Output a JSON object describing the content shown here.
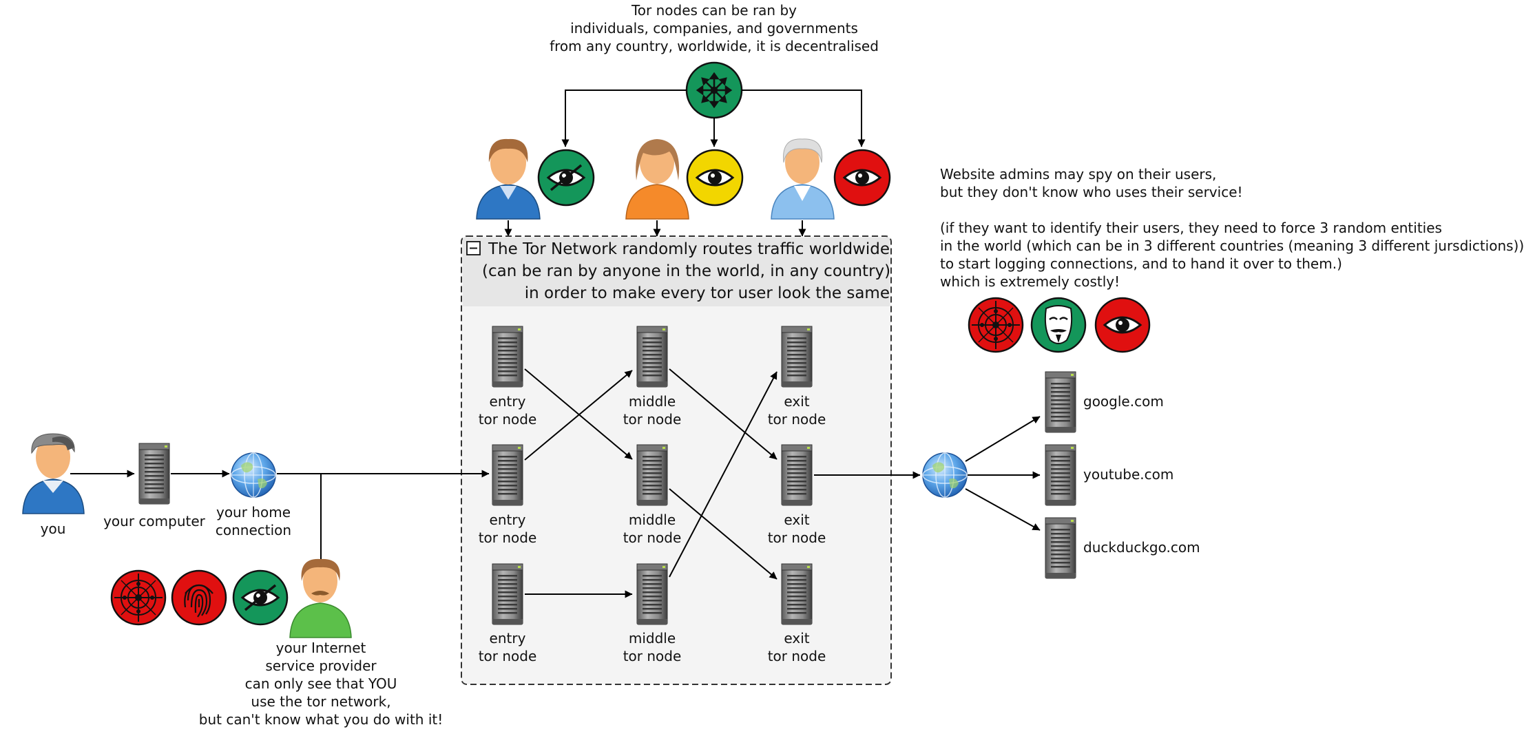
{
  "top_note": {
    "lines": [
      "Tor nodes can be ran by",
      "individuals, companies, and governments",
      "from any country, worldwide, it is decentralised"
    ]
  },
  "tor_box": {
    "collapse_glyph": "−",
    "title_lines": [
      "The Tor Network randomly routes traffic worldwide",
      "(can be ran by anyone in the world, in any country)",
      "in order to make every tor user look the same"
    ]
  },
  "nodes": {
    "entry": [
      "entry",
      "tor node"
    ],
    "middle": [
      "middle",
      "tor node"
    ],
    "exit": [
      "exit",
      "tor node"
    ]
  },
  "client": {
    "you": "you",
    "computer": "your computer",
    "home": [
      "your home",
      "connection"
    ]
  },
  "isp": {
    "lines": [
      "your Internet",
      "service provider",
      "can only see that YOU",
      "use the tor network,",
      "but can't know what you do with it!"
    ]
  },
  "websites": [
    "google.com",
    "youtube.com",
    "duckduckgo.com"
  ],
  "admin_note": {
    "lines": [
      "Website admins may spy on their users,",
      "but they don't know who uses their service!",
      "",
      "(if they want to identify their users, they need to force 3 random entities",
      "in the world (which can be in 3 different countries (meaning 3 different jursdictions))",
      "to start logging connections, and to hand it over to them.)",
      "which is extremely costly!"
    ]
  },
  "colors": {
    "green": "#14965a",
    "red": "#e01010",
    "yellow": "#f2d600",
    "box_fill": "#f4f4f4",
    "header_fill": "#e6e6e6"
  },
  "icons": {
    "operator_hub": "network-hub-icon",
    "user": "user-avatar-icon",
    "server": "server-icon",
    "globe": "globe-icon",
    "eye": "eye-icon",
    "crossed_eye": "crossed-eye-icon",
    "target": "surveillance-target-icon",
    "fingerprint": "fingerprint-icon",
    "mask": "anonymous-mask-icon"
  }
}
